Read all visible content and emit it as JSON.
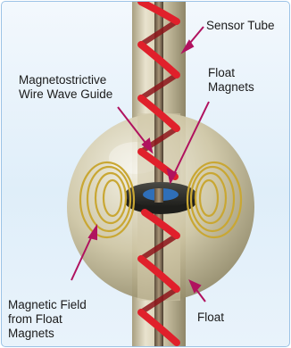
{
  "labels": {
    "sensor_tube": "Sensor Tube",
    "magnetostrictive_wire": "Magnetostrictive\nWire Wave Guide",
    "float_magnets": "Float\nMagnets",
    "magnetic_field": "Magnetic Field\nfrom Float\nMagnets",
    "float": "Float"
  },
  "colors": {
    "background": "#e4f0fa",
    "border": "#9cc3e6",
    "tube": "#c8c0a4",
    "rod": "#7a6a55",
    "helix": "#e0202b",
    "float_sphere": "#cfc6a4",
    "magnet_ring": "#2a2a26",
    "magnet_center": "#2f6fb8",
    "field_coils": "#c9a733",
    "arrow": "#b0125f"
  }
}
